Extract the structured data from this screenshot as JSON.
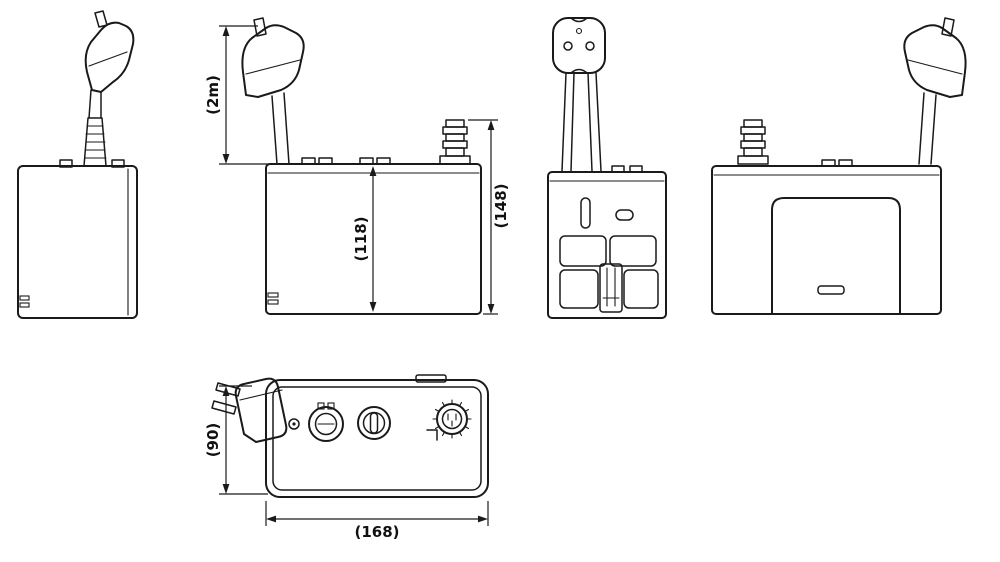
{
  "drawing": {
    "type": "technical-dimension-drawing",
    "subject": "pump-unit-with-power-plug",
    "views": [
      "left-side",
      "front",
      "plug-face-front",
      "back",
      "top"
    ],
    "dimensions": {
      "cable_length": "(2m)",
      "body_height": "(118)",
      "overall_height": "(148)",
      "depth": "(90)",
      "width": "(168)"
    },
    "colors": {
      "line": "#1a1a1a",
      "background": "#ffffff"
    }
  }
}
